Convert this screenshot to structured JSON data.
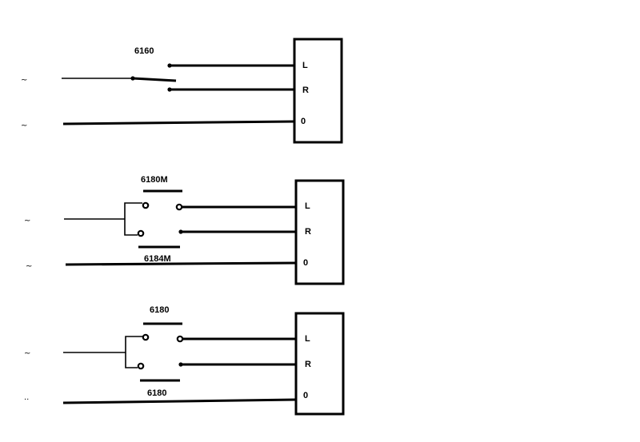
{
  "diagrams": [
    {
      "switch_label": "6160",
      "switch_label_2": "",
      "terminals": [
        "L",
        "R",
        "0"
      ],
      "supply_symbols": [
        "~",
        "~"
      ]
    },
    {
      "switch_label": "6180M",
      "switch_label_2": "6184M",
      "terminals": [
        "L",
        "R",
        "0"
      ],
      "supply_symbols": [
        "~",
        "~"
      ]
    },
    {
      "switch_label": "6180",
      "switch_label_2": "6180",
      "terminals": [
        "L",
        "R",
        "0"
      ],
      "supply_symbols": [
        "~",
        ".."
      ]
    }
  ]
}
